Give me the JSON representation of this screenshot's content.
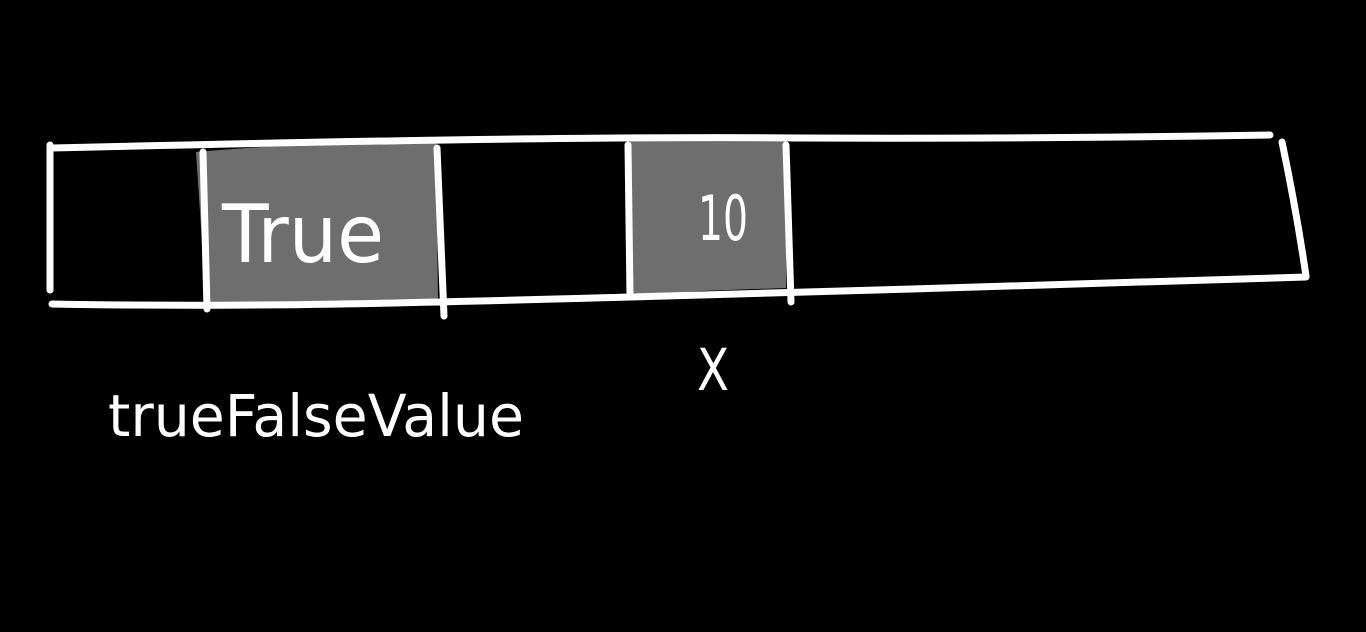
{
  "memory": {
    "colors": {
      "background": "#000000",
      "ink": "#ffffff",
      "filled_cell": "#6e6e6e"
    },
    "cells": [
      {
        "value": "True",
        "label": "trueFalseValue"
      },
      {
        "value": "10",
        "label": "X"
      }
    ]
  }
}
